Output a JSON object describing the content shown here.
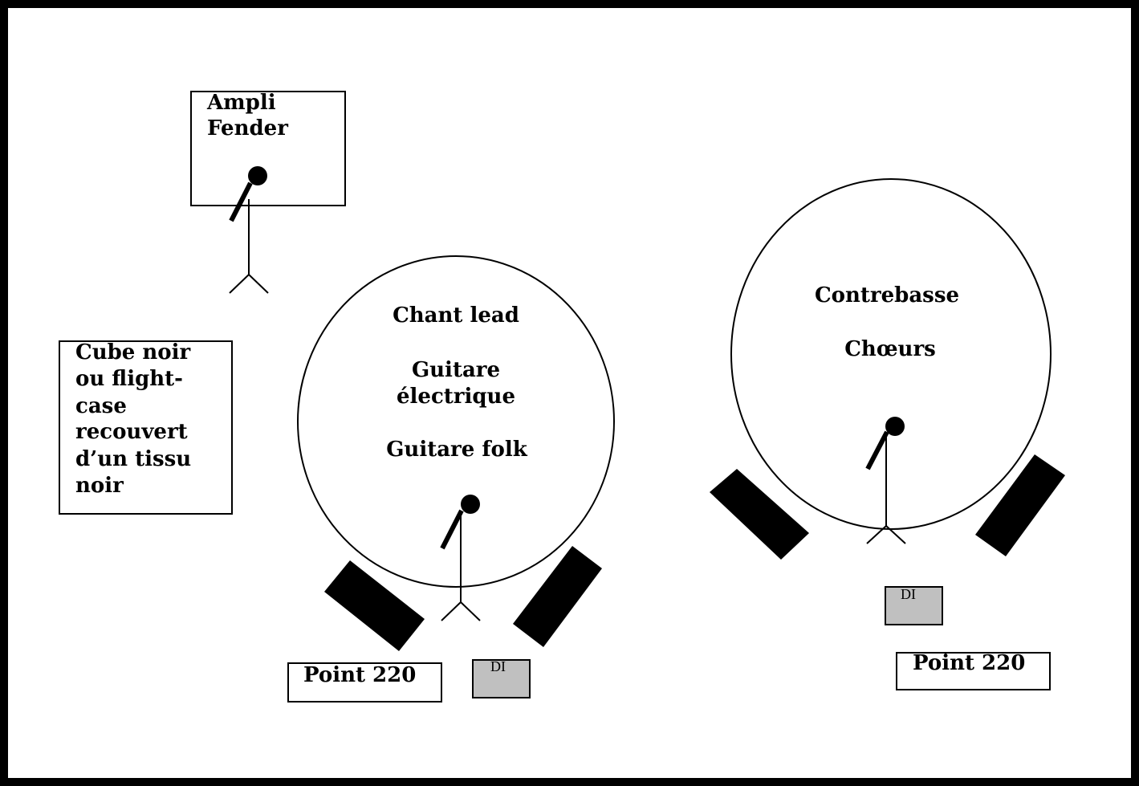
{
  "amp": {
    "line1": "Ampli",
    "line2": "Fender"
  },
  "cube": {
    "lines": [
      "Cube noir",
      "ou flight-",
      "case",
      "recouvert",
      "d’un tissu",
      "noir"
    ]
  },
  "circle_left": {
    "line1": "Chant lead",
    "line2a": "Guitare",
    "line2b": "électrique",
    "line3": "Guitare folk"
  },
  "circle_right": {
    "line1": "Contrebasse",
    "line2": "Chœurs"
  },
  "power_left": "Point 220",
  "power_right": "Point 220",
  "di_left": "DI",
  "di_right": "DI",
  "colors": {
    "di_fill": "#c0c0c0",
    "wedge_fill": "#000000",
    "frame": "#000000"
  },
  "icons": [
    "microphone-stand-icon",
    "stage-monitor-wedge-icon"
  ]
}
